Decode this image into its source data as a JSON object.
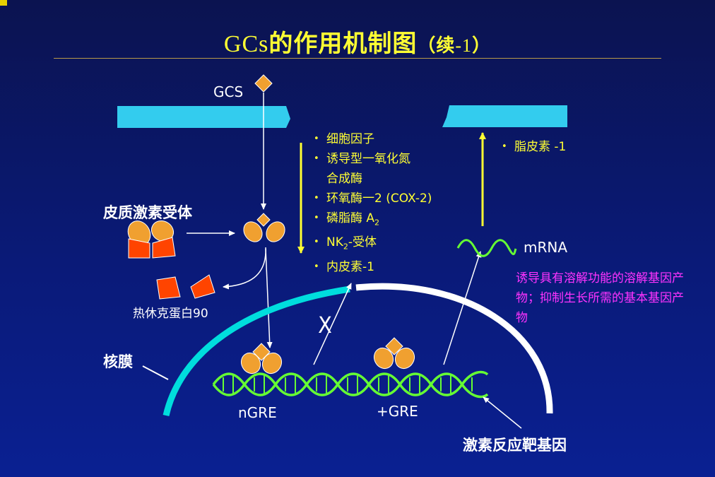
{
  "title": {
    "latin_part": "GCs",
    "cjk_part": "的作用机制图",
    "suffix_open": "（续",
    "suffix_latin": "-1",
    "suffix_close": "）"
  },
  "labels": {
    "gcs": "GCS",
    "receptor": "皮质激素受体",
    "hsp90": "热休克蛋白90",
    "nuclear_membrane": "核膜",
    "mrna": "mRNA",
    "ngre": "nGRE",
    "pgre": "+GRE",
    "target_gene": "激素反应靶基因",
    "blocked_mark": "X"
  },
  "suppressed_products": [
    {
      "text": "细胞因子"
    },
    {
      "text": "诱导型一氧化氮"
    },
    {
      "text": "合成酶",
      "continuation": true
    },
    {
      "text": "环氧酶一2 (COX-2)"
    },
    {
      "text": "磷脂酶 A",
      "sub": "2"
    },
    {
      "text": "NK",
      "sub": "2",
      "tail": "-受体"
    },
    {
      "text": "内皮素-1"
    }
  ],
  "induced_products": [
    {
      "text": "脂皮素 -1"
    }
  ],
  "effect_text": "诱导具有溶解功能的溶解基因产物；抑制生长所需的基本基因产物",
  "colors": {
    "background": "#0a1a78",
    "title": "#ffff33",
    "membrane": "#33ccee",
    "nuclear_membrane_left": "#00dddd",
    "nuclear_membrane_right": "#ffffff",
    "receptor": "#f0a030",
    "hsp90": "#ff4400",
    "dna": "#66ff33",
    "arrow_yellow": "#ffff33",
    "effect_text": "#ff33ff"
  }
}
